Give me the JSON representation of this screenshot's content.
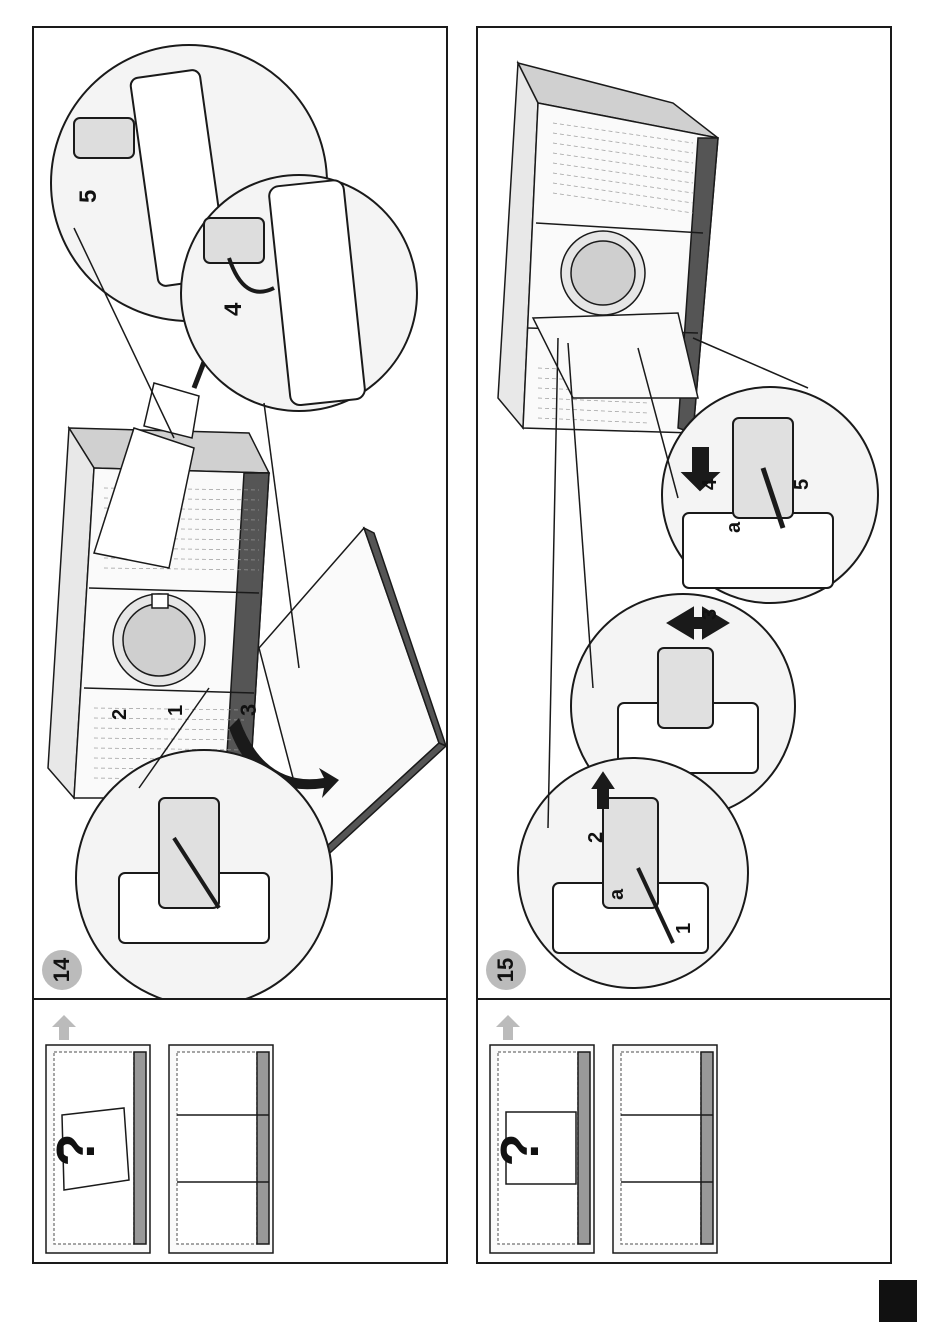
{
  "steps": [
    {
      "number": "14",
      "labels": {
        "a": "5",
        "b": "4",
        "c": "3",
        "d": "2",
        "e": "1"
      }
    },
    {
      "number": "15",
      "labels": {
        "a": "4",
        "b": "5",
        "c": "a",
        "d": "3",
        "e": "2",
        "f": "a",
        "g": "1"
      }
    }
  ],
  "hints": [
    {
      "mark": "?"
    },
    {
      "mark": "?"
    }
  ],
  "colors": {
    "line": "#1a1a1a",
    "grey": "#c8c8c8",
    "darkgrey": "#555555",
    "circle": "#efefef"
  }
}
